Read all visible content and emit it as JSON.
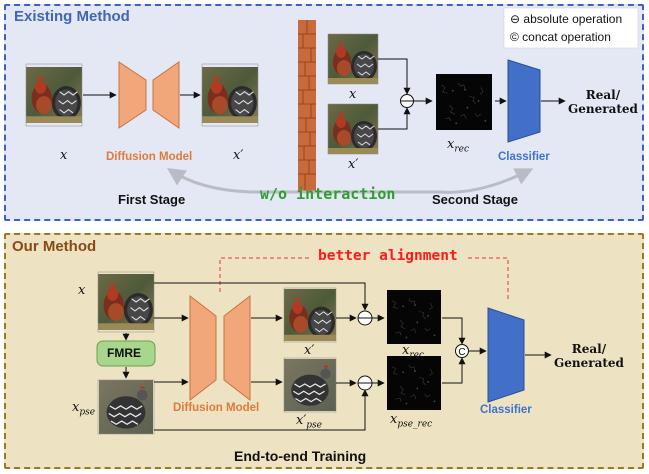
{
  "top_panel": {
    "title": "Existing Method",
    "legend_absolute": "⊖ absolute operation",
    "legend_concat": "© concat operation",
    "x_label": "x",
    "diffusion_label": "Diffusion Model",
    "x_prime_label": "x′",
    "first_stage": "First Stage",
    "second_stage": "Second Stage",
    "wo_interaction": "w/o interaction",
    "stack_x_label": "x",
    "stack_x_prime_label": "x′",
    "x_rec_label": "x",
    "x_rec_sub": "rec",
    "classifier_label": "Classifier",
    "output_line1": "Real/",
    "output_line2": "Generated"
  },
  "bottom_panel": {
    "title": "Our Method",
    "better_alignment": "better alignment",
    "x_label": "x",
    "fmre_label": "FMRE",
    "x_pse_label": "x",
    "x_pse_sub": "pse",
    "diffusion_label": "Diffusion Model",
    "x_prime_label": "x′",
    "x_prime_pse_label": "x′",
    "x_prime_pse_sub": "pse",
    "x_rec_label": "x",
    "x_rec_sub": "rec",
    "x_pse_rec_label": "x",
    "x_pse_rec_sub": "pse_rec",
    "classifier_label": "Classifier",
    "output_line1": "Real/",
    "output_line2": "Generated",
    "training_label": "End-to-end Training"
  },
  "colors": {
    "top_bg": "#e4e8f5",
    "top_border": "#3a62c6",
    "bottom_bg": "#ede2c2",
    "bottom_border": "#9c7a1e",
    "diffusion_fill": "#f2a77a",
    "classifier_fill": "#4270c9",
    "fmre_fill": "#a8d68c",
    "brick": "#c86a3a"
  }
}
